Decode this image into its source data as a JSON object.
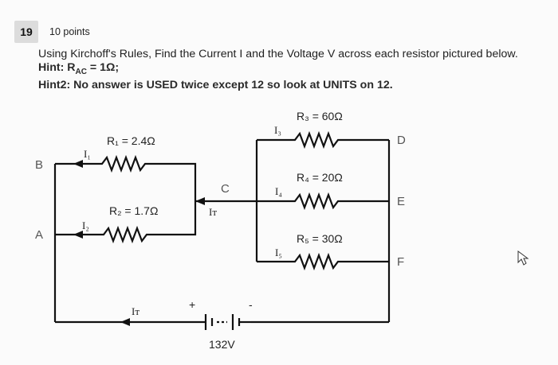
{
  "question": {
    "number": "19",
    "points": "10 points",
    "text": "Using Kirchoff's Rules, Find the Current I and the Voltage V across each resistor pictured below.",
    "hint1_prefix": "Hint: R",
    "hint1_sub": "AC",
    "hint1_suffix": " = 1Ω;",
    "hint2": "Hint2: No answer is USED twice except 12 so look at UNITS on 12."
  },
  "circuit": {
    "nodes": {
      "a": "A",
      "b": "B",
      "c": "C",
      "d": "D",
      "e": "E",
      "f": "F"
    },
    "resistors": {
      "r1": "R₁ = 2.4Ω",
      "r2": "R₂ = 1.7Ω",
      "r3": "R₃ = 60Ω",
      "r4": "R₄ = 20Ω",
      "r5": "R₅ = 30Ω"
    },
    "currents": {
      "i1": "I₁",
      "i2": "I₂",
      "i3": "I₃",
      "i4": "I₄",
      "i5": "I₅",
      "it_mid": "Iᴛ",
      "it_bottom": "Iᴛ"
    },
    "battery": {
      "voltage": "132V",
      "plus": "+",
      "minus": "-"
    }
  }
}
